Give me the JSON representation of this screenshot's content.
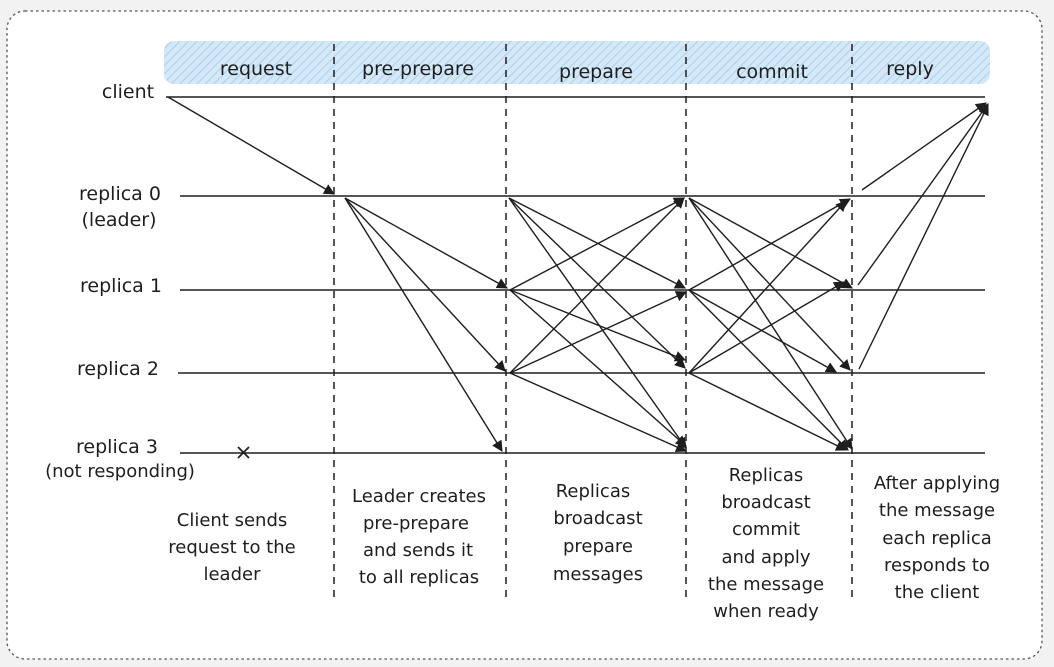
{
  "phases": [
    {
      "id": "request",
      "label": "request"
    },
    {
      "id": "pre-prepare",
      "label": "pre-prepare"
    },
    {
      "id": "prepare",
      "label": "prepare"
    },
    {
      "id": "commit",
      "label": "commit"
    },
    {
      "id": "reply",
      "label": "reply"
    }
  ],
  "nodes": {
    "client": {
      "label": "client"
    },
    "replica0": {
      "line1": "replica 0",
      "line2": "(leader)"
    },
    "replica1": {
      "label": "replica 1"
    },
    "replica2": {
      "label": "replica 2"
    },
    "replica3": {
      "line1": "replica 3",
      "line2": "(not responding)"
    }
  },
  "descriptions": {
    "request": [
      "Client sends",
      "request to the",
      "leader"
    ],
    "pre-prepare": [
      "Leader creates",
      "pre-prepare",
      "and sends it",
      "to all replicas"
    ],
    "prepare": [
      "Replicas",
      "broadcast",
      "prepare",
      "messages"
    ],
    "commit": [
      "Replicas",
      "broadcast",
      "commit",
      "and apply",
      "the message",
      "when ready"
    ],
    "reply": [
      "After applying",
      "the message",
      "each replica",
      "responds to",
      "the client"
    ]
  },
  "colors": {
    "ink": "#1e1e1e",
    "header_fill": "#d4e8f7",
    "header_hatch": "#a9d0ee",
    "background": "#f2f2f2",
    "panel": "#ffffff"
  }
}
